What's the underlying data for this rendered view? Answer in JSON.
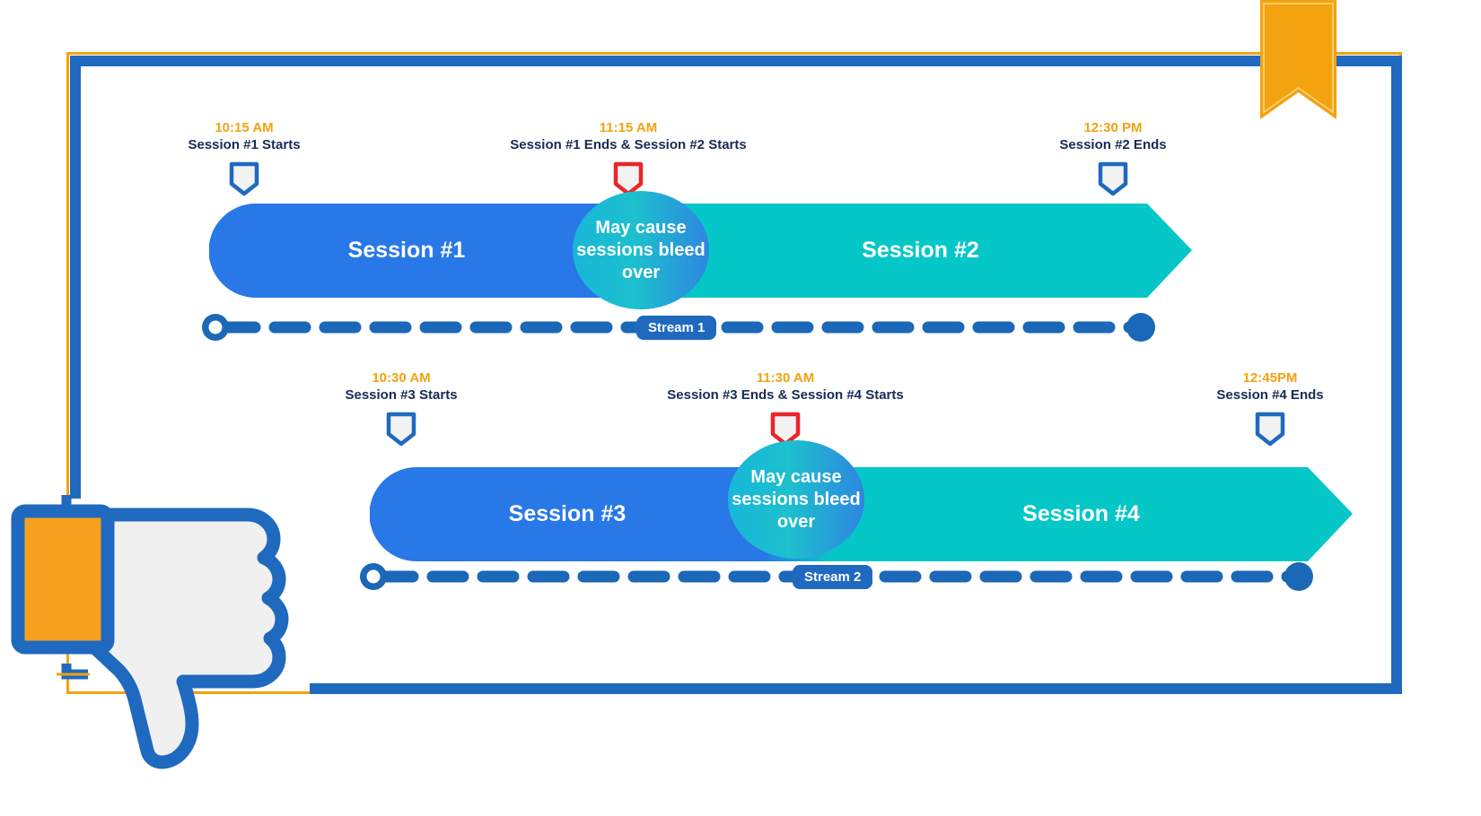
{
  "colors": {
    "frame_blue": "#1F69BF",
    "frame_orange": "#F2A30F",
    "session_blue": "#2878E8",
    "session_teal": "#06C7C7",
    "time_text": "#F2A30F",
    "label_text": "#172B54",
    "marker_blue": "#1F69BF",
    "marker_red": "#E8262A",
    "marker_fill": "#F2F2F2",
    "stream_blue": "#1B68B8",
    "thumb_fill": "#F0F0F0",
    "thumb_cuff": "#F6A01E"
  },
  "decorations": {
    "bookmark_icon": "bookmark-ribbon-icon",
    "verdict_icon": "thumbs-down-icon"
  },
  "streams": [
    {
      "id": "stream-1",
      "badge": "Stream 1",
      "markers": [
        {
          "time": "10:15 AM",
          "label": "Session #1 Starts",
          "pin": "pentagon-pin-icon",
          "pin_color": "blue"
        },
        {
          "time": "11:15 AM",
          "label": "Session #1 Ends & Session #2 Starts",
          "pin": "pentagon-pin-icon",
          "pin_color": "red"
        },
        {
          "time": "12:30 PM",
          "label": "Session #2 Ends",
          "pin": "pentagon-pin-icon",
          "pin_color": "blue"
        }
      ],
      "sessions": [
        {
          "name": "Session #1"
        },
        {
          "name": "Session #2"
        }
      ],
      "overlap_note": "May cause sessions bleed over"
    },
    {
      "id": "stream-2",
      "badge": "Stream 2",
      "markers": [
        {
          "time": "10:30 AM",
          "label": "Session #3 Starts",
          "pin": "pentagon-pin-icon",
          "pin_color": "blue"
        },
        {
          "time": "11:30 AM",
          "label": "Session #3 Ends & Session #4 Starts",
          "pin": "pentagon-pin-icon",
          "pin_color": "red"
        },
        {
          "time": "12:45PM",
          "label": "Session #4 Ends",
          "pin": "pentagon-pin-icon",
          "pin_color": "blue"
        }
      ],
      "sessions": [
        {
          "name": "Session #3"
        },
        {
          "name": "Session #4"
        }
      ],
      "overlap_note": "May cause sessions bleed over"
    }
  ]
}
